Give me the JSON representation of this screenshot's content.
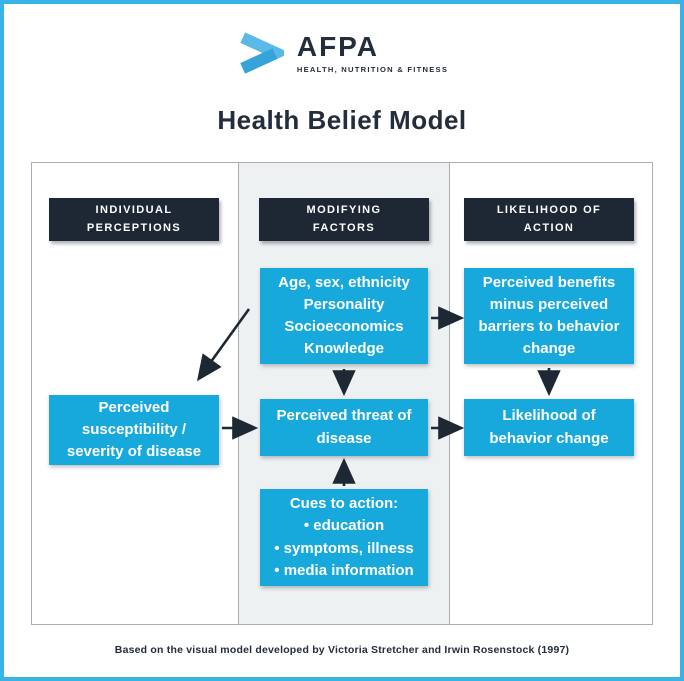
{
  "brand": {
    "name": "AFPA",
    "tagline": "HEALTH, NUTRITION & FITNESS"
  },
  "title": "Health Belief Model",
  "colors": {
    "accent_blue": "#17a8dc",
    "dark_navy": "#1d2834",
    "frame_blue": "#39b3e5",
    "panel_gray": "#eef1f2"
  },
  "diagram": {
    "headers": {
      "individual_perceptions": "INDIVIDUAL\nPERCEPTIONS",
      "modifying_factors": "MODIFYING\nFACTORS",
      "likelihood_of_action": "LIKELIHOOD OF\nACTION"
    },
    "boxes": {
      "demographics": "Age, sex, ethnicity\nPersonality\nSocioeconomics\nKnowledge",
      "benefits": "Perceived benefits\nminus perceived\nbarriers to behavior\nchange",
      "susceptibility": "Perceived\nsusceptibility /\nseverity of disease",
      "threat": "Perceived threat of\ndisease",
      "likelihood": "Likelihood of\nbehavior change",
      "cues": "Cues to action:\n• education\n• symptoms, illness\n• media information"
    }
  },
  "footer": {
    "credit": "Based on the visual model developed by Victoria Stretcher and Irwin Rosenstock (1997)"
  }
}
